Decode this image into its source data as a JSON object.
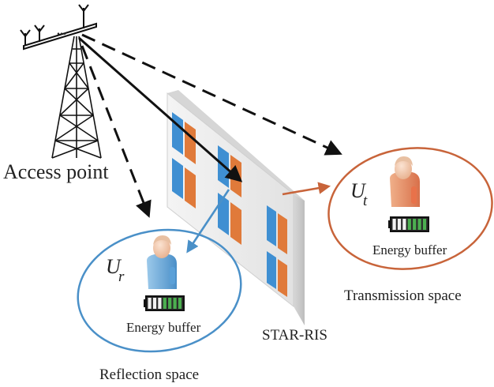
{
  "labels": {
    "access_point": "Access point",
    "star_ris": "STAR-RIS",
    "reflection_space": "Reflection space",
    "transmission_space": "Transmission space",
    "energy_buffer_reflection": "Energy buffer",
    "energy_buffer_transmission": "Energy buffer",
    "user_reflection_main": "U",
    "user_reflection_sub": "r",
    "user_transmission_main": "U",
    "user_transmission_sub": "t",
    "antenna_dots": "..."
  },
  "colors": {
    "reflection": "#4a90c8",
    "transmission": "#c8643a",
    "tile_blue": "#3f8fd2",
    "tile_orange": "#e07a3a",
    "battery_green": "#4caf50",
    "link": "#111111"
  },
  "batteries": {
    "reflection_charge_fraction": 0.6,
    "transmission_charge_fraction": 0.6
  }
}
